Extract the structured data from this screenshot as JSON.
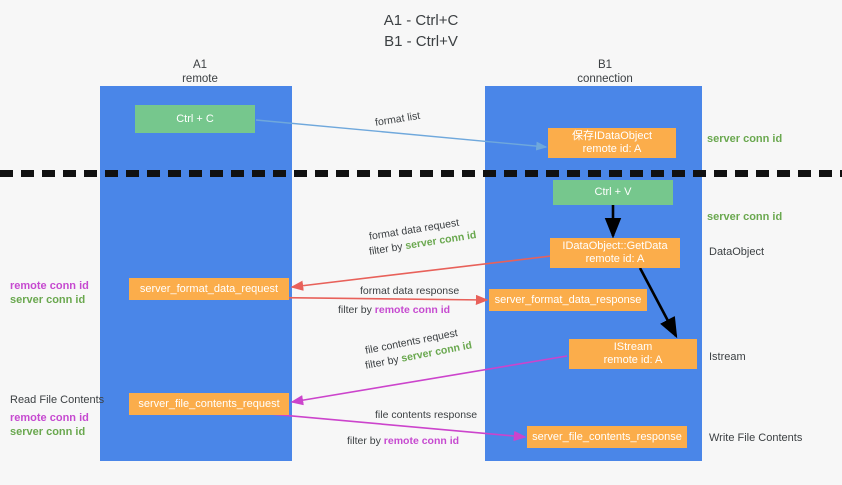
{
  "title": {
    "line1": "A1 - Ctrl+C",
    "line2": "B1 - Ctrl+V"
  },
  "lanes": [
    {
      "name": "A1",
      "sub": "remote"
    },
    {
      "name": "B1",
      "sub": "connection"
    }
  ],
  "boxes": {
    "ctrl_c": "Ctrl + C",
    "idataobject_remote": "保存IDataObject\nremote id: A",
    "ctrl_v": "Ctrl + V",
    "getdata": "IDataObject::GetData\nremote id: A",
    "server_format_data_request": "server_format_data_request",
    "server_format_data_response": "server_format_data_response",
    "istream": "IStream\nremote id: A",
    "server_file_contents_request": "server_file_contents_request",
    "server_file_contents_response": "server_file_contents_response"
  },
  "arrow_labels": {
    "format_list": "format list",
    "format_data_request": "format data request",
    "format_data_request_filter_prefix": "filter by ",
    "format_data_request_filter_value": "server conn id",
    "format_data_response": "format data response",
    "format_data_response_filter_prefix": "filter by ",
    "format_data_response_filter_value": "remote conn id",
    "file_contents_request": "file contents request",
    "file_contents_request_filter_prefix": "filter by ",
    "file_contents_request_filter_value": "server conn id",
    "file_contents_response": "file contents response",
    "file_contents_response_filter_prefix": "filter by ",
    "file_contents_response_filter_value": "remote conn id"
  },
  "right_labels": {
    "server_conn_id_top": "server conn id",
    "server_conn_id_mid": "server conn id",
    "dataobject": "DataObject",
    "istream": "Istream",
    "write_file_contents": "Write File Contents"
  },
  "left_labels": {
    "remote_conn_id_1": "remote conn id",
    "server_conn_id_1": "server conn id",
    "read_file_contents": "Read File Contents",
    "remote_conn_id_2": "remote conn id",
    "server_conn_id_2": "server conn id"
  },
  "colors": {
    "lane": "#4a86e8",
    "green_box": "#76c78d",
    "orange_box": "#fbad4b",
    "server_conn_id": "#6aa84f",
    "remote_conn_id": "#c64ad0",
    "arrow_blue": "#6fa8dc",
    "arrow_red": "#e8615a",
    "arrow_magenta": "#cc44cc",
    "arrow_black": "#000000",
    "background": "#f7f7f7"
  }
}
